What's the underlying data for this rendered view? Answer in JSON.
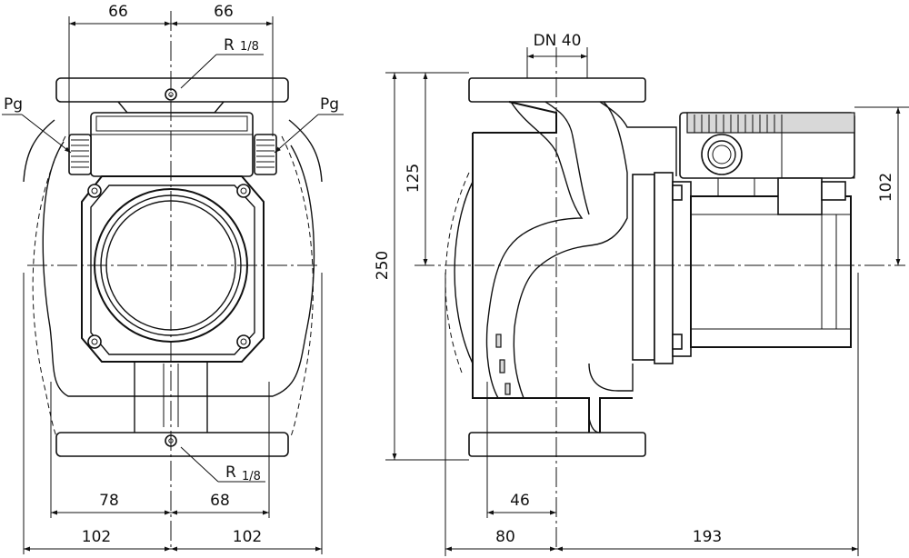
{
  "front_view": {
    "dim_top_left": "66",
    "dim_top_right": "66",
    "thread_top_prefix": "R",
    "thread_top_fraction": "1/8",
    "thread_bottom_prefix": "R",
    "thread_bottom_fraction": "1/8",
    "cable_gland_left": "Pg",
    "cable_gland_right": "Pg",
    "dim_bottom_inner_left": "78",
    "dim_bottom_inner_right": "68",
    "dim_bottom_outer_left": "102",
    "dim_bottom_outer_right": "102"
  },
  "side_view": {
    "dim_nominal_diameter": "DN 40",
    "dim_total_height": "250",
    "dim_half_height": "125",
    "dim_motor_height": "102",
    "dim_offset": "46",
    "dim_bottom_left": "80",
    "dim_bottom_right": "193"
  }
}
